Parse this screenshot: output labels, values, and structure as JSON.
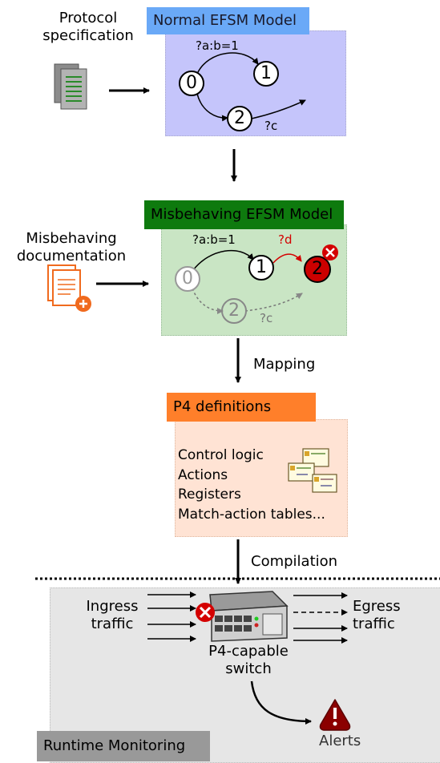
{
  "protocol_label": [
    "Protocol",
    "specification"
  ],
  "normal_model": {
    "title": "Normal EFSM Model",
    "states": [
      "0",
      "1",
      "2"
    ],
    "transition_labels": [
      "?a:b=1",
      "?c"
    ]
  },
  "misbehaving_doc_label": [
    "Misbehaving",
    "documentation"
  ],
  "misbehaving_model": {
    "title": "Misbehaving EFSM Model",
    "states": [
      "0",
      "1",
      "2",
      "2"
    ],
    "transition_labels": [
      "?a:b=1",
      "?d",
      "?c"
    ]
  },
  "mapping_label": "Mapping",
  "p4": {
    "title": "P4 definitions",
    "items": [
      "Control logic",
      "Actions",
      "Registers",
      "Match-action tables..."
    ]
  },
  "compilation_label": "Compilation",
  "runtime": {
    "ingress_label": [
      "Ingress",
      "traffic"
    ],
    "egress_label": [
      "Egress",
      "traffic"
    ],
    "switch_label": [
      "P4-capable",
      "switch"
    ],
    "alert_label": "Alerts",
    "title": "Runtime Monitoring"
  },
  "colors": {
    "normal_header": "#6aa9f7",
    "normal_box": "#c5c5fb",
    "misbehaving_header": "#0e7a0e",
    "misbehaving_box": "#c9e5c4",
    "p4_header": "#ff7f2a",
    "p4_box": "#ffe3d4",
    "runtime_box": "#e6e6e6",
    "runtime_header": "#999999",
    "error_red": "#d40000",
    "alert_red": "#8b0000"
  }
}
